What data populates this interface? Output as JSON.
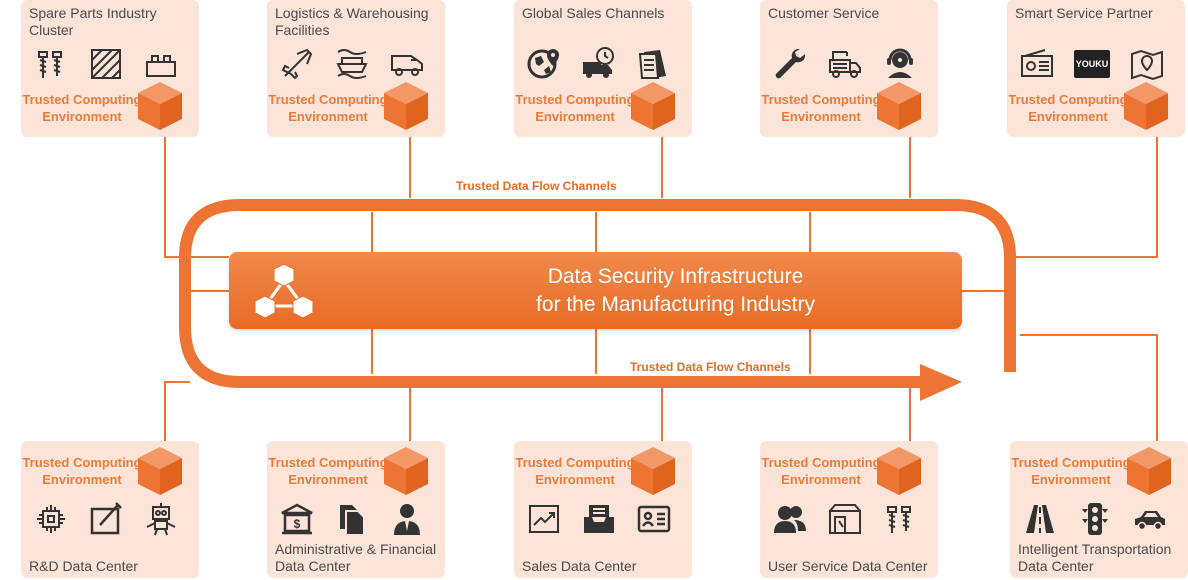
{
  "colors": {
    "accent": "#ed7432",
    "card_bg": "#fce5d8",
    "text": "#4a4a4a"
  },
  "core": {
    "title": "Data Security Infrastructure\nfor the Manufacturing Industry",
    "icon": "network-cubes-icon"
  },
  "channels": {
    "top_label": "Trusted Data Flow Channels",
    "bottom_label": "Trusted Data Flow Channels"
  },
  "tce_label": "Trusted Computing\nEnvironment",
  "top_cards": [
    {
      "title": "Spare Parts Industry Cluster",
      "icons": [
        "screw-bolt-icon",
        "hatched-panel-icon",
        "brick-block-icon"
      ]
    },
    {
      "title": "Logistics & Warehousing\nFacilities",
      "icons": [
        "airplane-icon",
        "cargo-ship-icon",
        "delivery-van-icon"
      ]
    },
    {
      "title": "Global Sales Channels",
      "icons": [
        "globe-location-icon",
        "delivery-truck-clock-icon",
        "documents-icon"
      ]
    },
    {
      "title": "Customer Service",
      "icons": [
        "wrench-icon",
        "tow-truck-icon",
        "support-agent-icon"
      ]
    },
    {
      "title": "Smart Service Partner",
      "icons": [
        "radio-icon",
        "youku-logo-icon",
        "map-pin-icon"
      ],
      "youku_text": "YOUKU"
    }
  ],
  "bottom_cards": [
    {
      "title": "R&D Data Center",
      "icons": [
        "chip-icon",
        "design-tablet-icon",
        "robot-icon"
      ]
    },
    {
      "title": "Administrative & Financial\nData Center",
      "icons": [
        "bank-icon",
        "file-copy-icon",
        "businessman-icon"
      ]
    },
    {
      "title": "Sales Data Center",
      "icons": [
        "trend-chart-icon",
        "inbox-icon",
        "id-card-icon"
      ]
    },
    {
      "title": "User Service Data Center",
      "icons": [
        "users-icon",
        "storefront-icon",
        "screw-bolt-icon"
      ]
    },
    {
      "title": "Intelligent Transportation\nData Center",
      "icons": [
        "road-icon",
        "traffic-light-icon",
        "car-icon"
      ]
    }
  ]
}
